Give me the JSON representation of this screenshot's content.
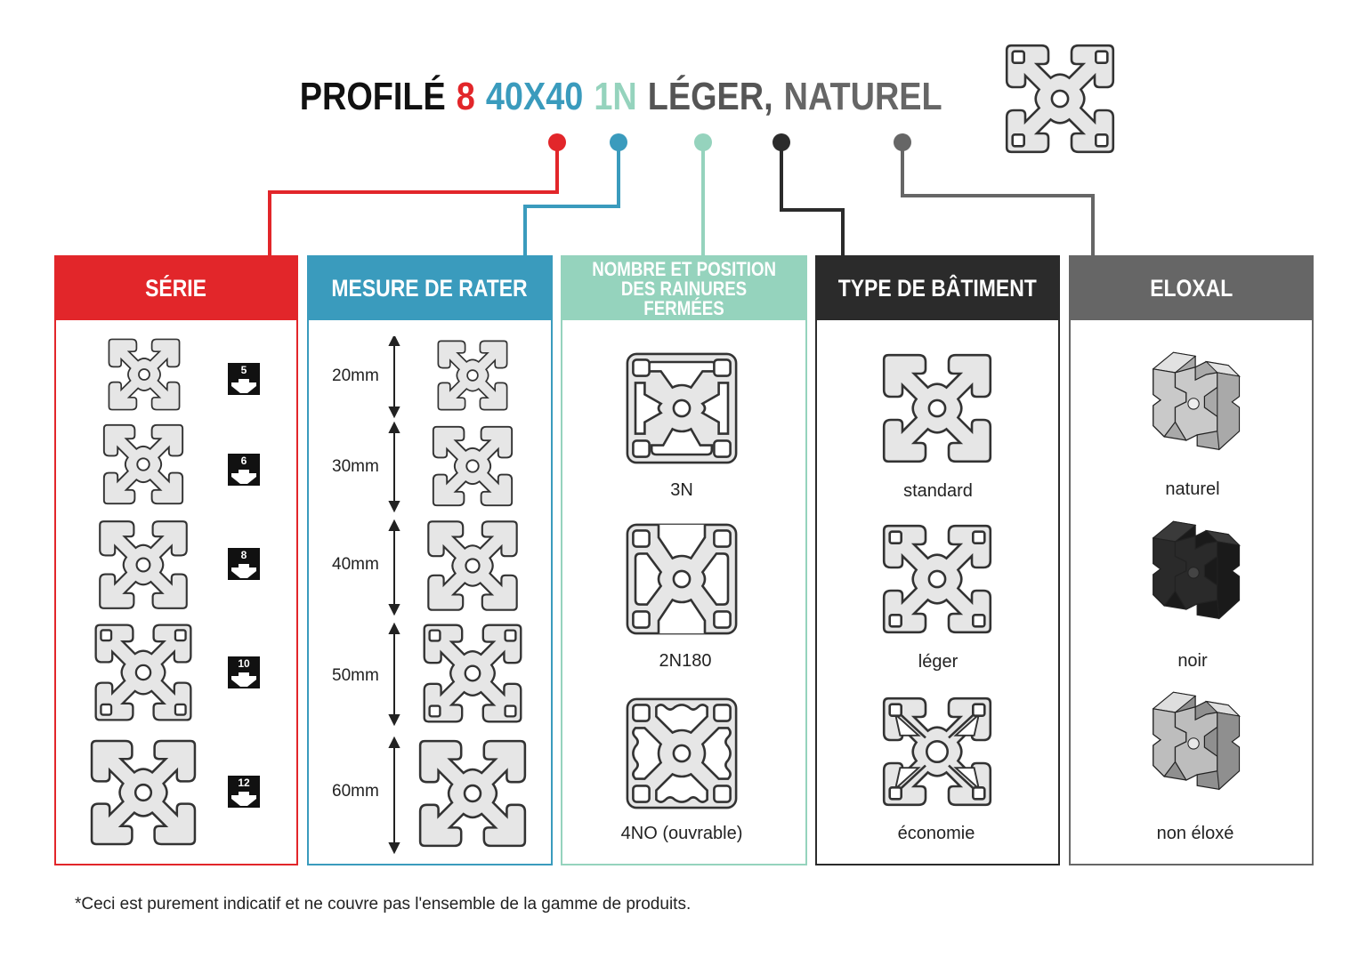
{
  "title": {
    "prefix": "PROFILÉ",
    "series": "8",
    "size": "40X40",
    "grooves": "1N",
    "type": "LÉGER,",
    "finish": "NATUREL"
  },
  "colors": {
    "series": "#e2262a",
    "size": "#3a9bbd",
    "grooves": "#95d3bd",
    "type": "#2b2b2b",
    "finish": "#666666"
  },
  "panels": {
    "serie": {
      "header": "SÉRIE",
      "badges": [
        "5",
        "6",
        "8",
        "10",
        "12"
      ]
    },
    "mesure": {
      "header": "MESURE DE RATER",
      "sizes": [
        "20mm",
        "30mm",
        "40mm",
        "50mm",
        "60mm"
      ]
    },
    "rainures": {
      "header_line1": "NOMBRE ET POSITION",
      "header_line2": "DES RAINURES FERMÉES",
      "items": [
        "3N",
        "2N180",
        "4NO (ouvrable)"
      ]
    },
    "type": {
      "header": "TYPE DE BÂTIMENT",
      "items": [
        "standard",
        "léger",
        "économie"
      ]
    },
    "eloxal": {
      "header": "ELOXAL",
      "items": [
        "naturel",
        "noir",
        "non éloxé"
      ]
    }
  },
  "footnote": "*Ceci est purement indicatif et ne couvre pas l'ensemble de la gamme de produits."
}
